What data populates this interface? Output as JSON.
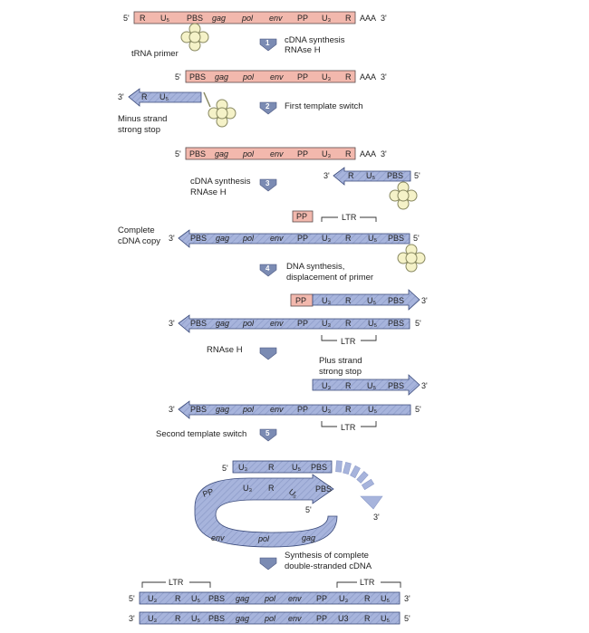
{
  "labels": {
    "five": "5'",
    "three": "3'",
    "R": "R",
    "U5": "U₅",
    "U3": "U₃",
    "PBS": "PBS",
    "gag": "gag",
    "pol": "pol",
    "env": "env",
    "PP": "PP",
    "AAA": "AAA",
    "LTR": "LTR",
    "U3_plain": "U3"
  },
  "captions": {
    "trna_primer": "tRNA primer",
    "cdna_synth_1": "cDNA synthesis",
    "rnase_1": "RNAse H",
    "first_switch": "First template switch",
    "minus_strand_1": "Minus strand",
    "minus_strand_2": "strong stop",
    "cdna_synth_3": "cDNA synthesis",
    "rnase_3": "RNAse H",
    "complete_1": "Complete",
    "complete_2": "cDNA copy",
    "dna_synth_4a": "DNA synthesis,",
    "dna_synth_4b": "displacement of primer",
    "rnase_h": "RNAse H",
    "plus_strand_1": "Plus strand",
    "plus_strand_2": "strong stop",
    "second_switch": "Second template switch",
    "synth_final_1": "Synthesis of complete",
    "synth_final_2": "double-stranded cDNA"
  },
  "steps": [
    "1",
    "2",
    "3",
    "4",
    "5"
  ]
}
